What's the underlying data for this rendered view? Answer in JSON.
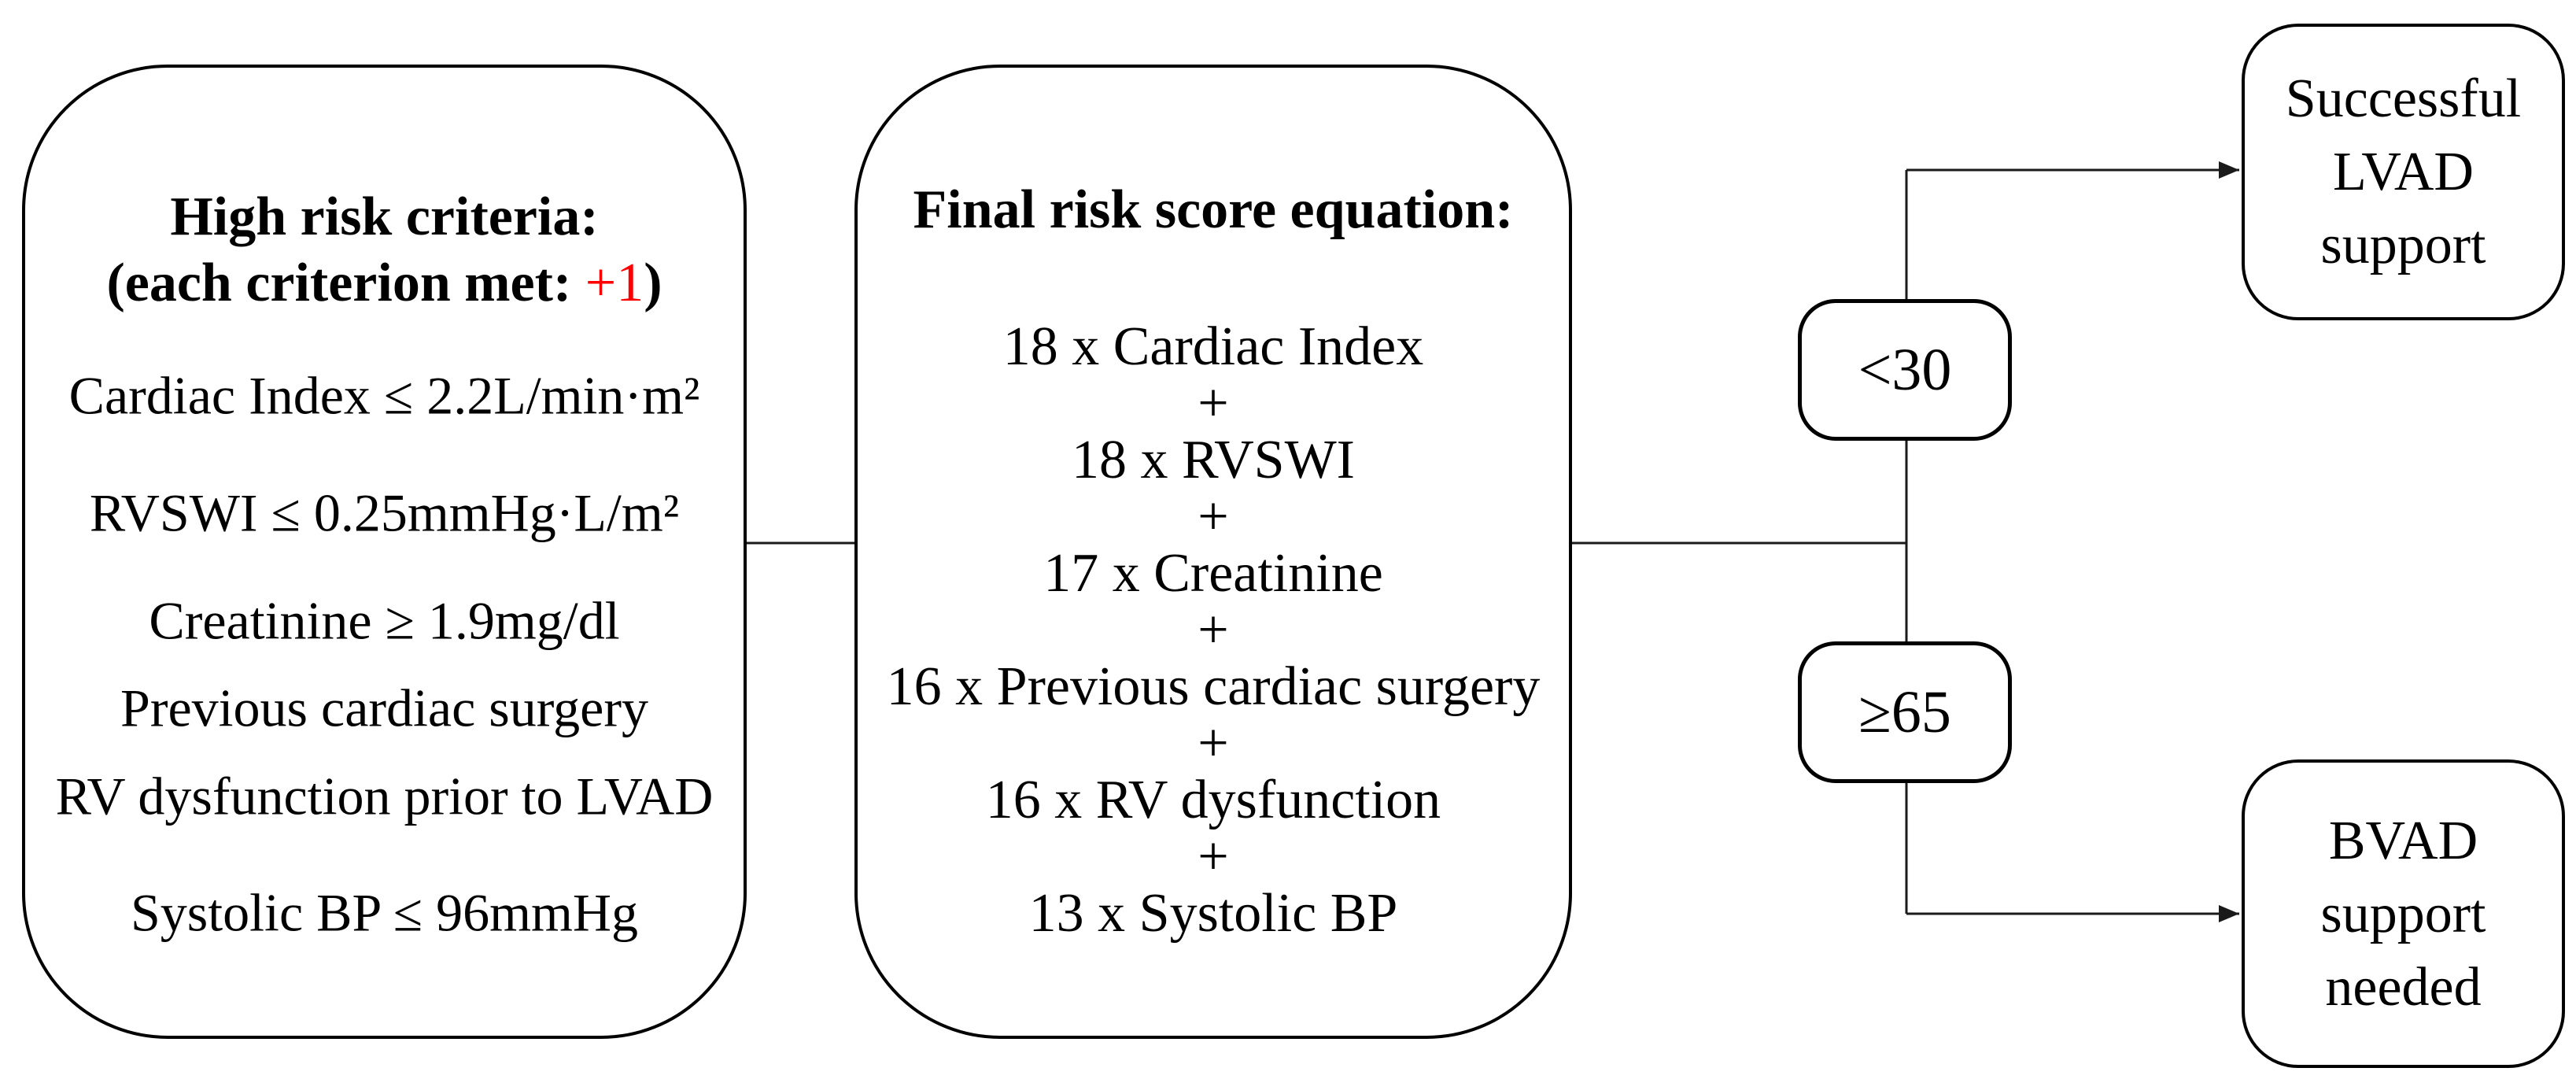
{
  "figure": {
    "background_color": "#ffffff",
    "line_color": "#1a1a1a",
    "accent_red": "#fe0000"
  },
  "high_risk_box": {
    "title_line1": "High risk criteria:",
    "title_line2_prefix": "(each criterion met: ",
    "title_line2_highlight": "+1",
    "title_line2_suffix": ")",
    "criteria": [
      "Cardiac Index ≤ 2.2L/min·m²",
      "RVSWI ≤ 0.25mmHg·L/m²",
      "Creatinine ≥ 1.9mg/dl",
      "Previous cardiac surgery",
      "RV dysfunction prior to LVAD",
      "Systolic BP ≤ 96mmHg"
    ]
  },
  "equation_box": {
    "title": "Final risk score equation:",
    "lines": [
      "18 x Cardiac Index",
      "+",
      "18 x RVSWI",
      "+",
      "17 x Creatinine",
      "+",
      "16 x Previous cardiac surgery",
      "+",
      "16 x RV dysfunction",
      "+",
      "13 x Systolic BP"
    ]
  },
  "decision": {
    "low_score_label": "<30",
    "high_score_label": "≥65"
  },
  "outcomes": {
    "lvad_lines": [
      "Successful",
      "LVAD",
      "support"
    ],
    "bvad_lines": [
      "BVAD",
      "support",
      "needed"
    ]
  }
}
